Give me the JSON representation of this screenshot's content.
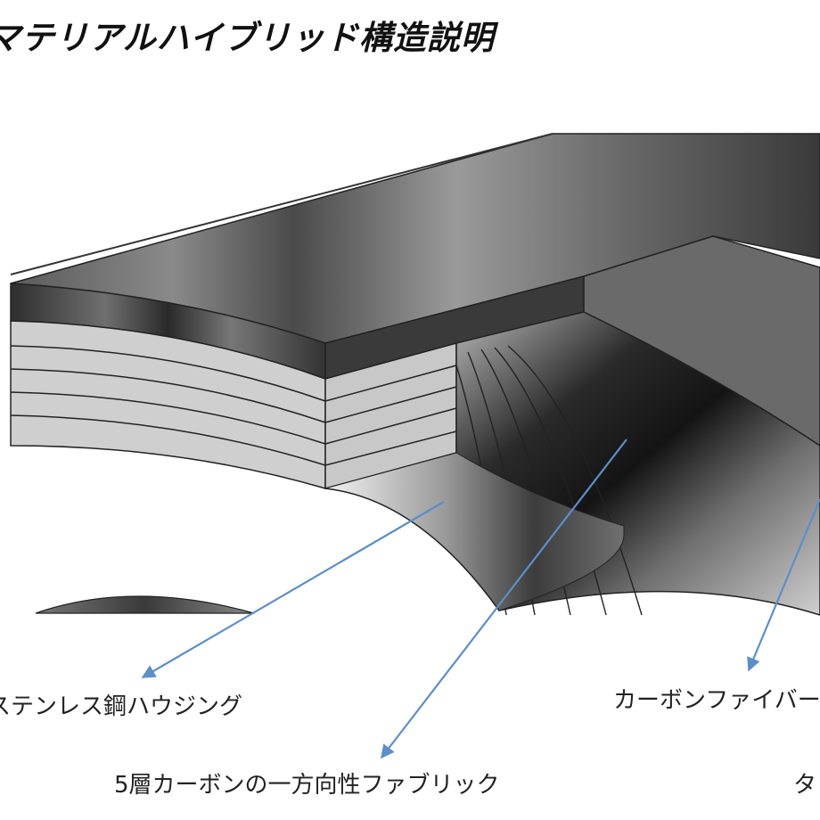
{
  "title": "マテリアルハイブリッド構造説明",
  "labels": {
    "steel_housing": "ステンレス鋼ハウジング",
    "carbon_fiber": "カーボンファイバー",
    "carbon_fabric": "5層カーボンの一方向性ファブリック",
    "partial": "タ"
  },
  "colors": {
    "arrow": "#5b8fc9",
    "steel_side": "#cfcfcf",
    "steel_top": "#555555",
    "carbon_dark": "#1c1c1c"
  }
}
